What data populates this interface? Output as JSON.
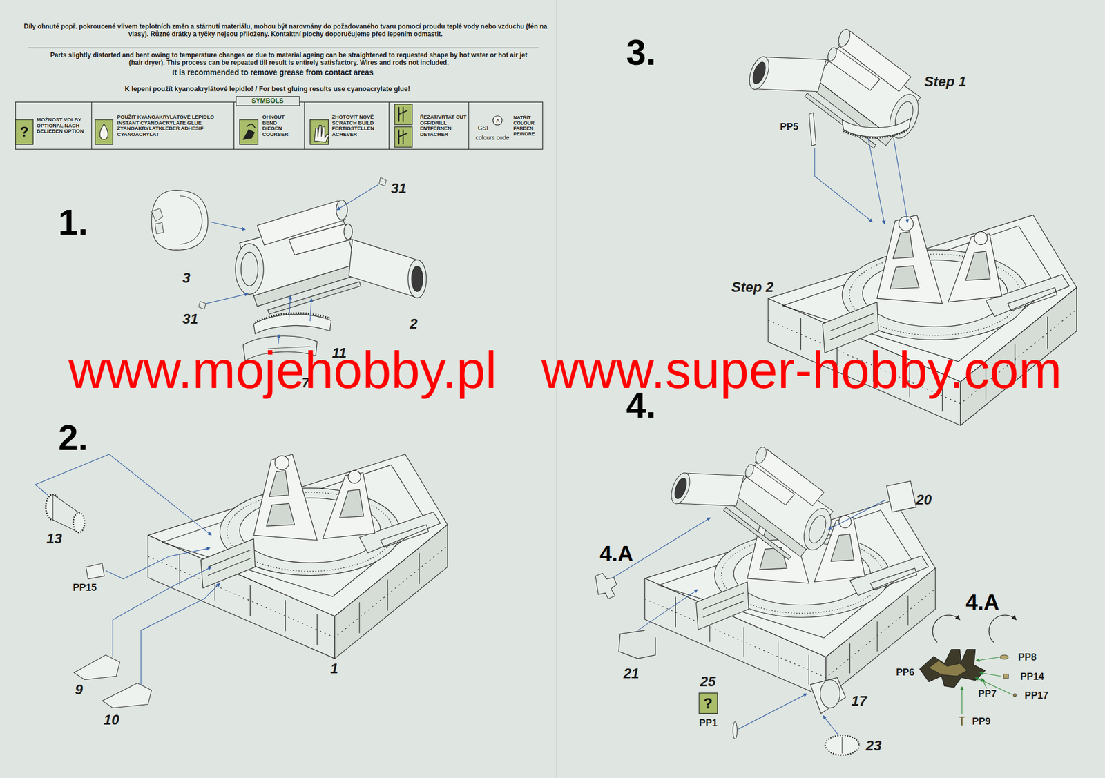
{
  "diagram": {
    "labels": [
      "Díly ohnuté popř. pokroucené vlivem teplotních změn a stárnutí materiálu, mohou být narovnány do požadovaného tvaru pomocí proudu teplé vody nebo vzduchu (fén na vlasy). Různé drátky a tyčky nejsou přiloženy. Kontaktní plochy doporučujeme před lepením odmastit.",
      "Parts slightly distorted and bent owing to temperature changes or due to material ageing can be straightened to requested shape by hot water or hot air jet (hair dryer). This process can be repeated till result is entirely satisfactory. Wires and rods not included.",
      "It is recommended to remove grease from contact areas",
      "K lepení použít kyanoakrylátové lepidlo! / For best gluing results use cyanoacrylate glue!",
      "SYMBOLS",
      "?",
      "GSI",
      "A",
      "colours code",
      "1.",
      "31",
      "3",
      "31",
      "2",
      "11",
      "7",
      "www.mojehobby.pl",
      "www.super-hobby.com",
      "2.",
      "13",
      "PP15",
      "9",
      "10",
      "1",
      "3.",
      "Step 1",
      "PP5",
      "Step 2",
      "4.",
      "20",
      "4.A",
      "21",
      "25",
      "?",
      "PP1",
      "17",
      "23",
      "4.A",
      "PP6",
      "PP8",
      "PP14",
      "PP7",
      "PP17",
      "PP9"
    ],
    "legend": [
      {
        "text": "MOŽNOST VOLBY OPTIONAL NACH BELIEBEN OPTION"
      },
      {
        "text": "POUŽIT KYANOAKRYLÁTOVÉ LEPIDLO INSTANT CYANOACRYLATE GLUE ZYANOAKRYLATKLEBER ADHÉSIF CYANOACRYLAT"
      },
      {
        "text": "OHNOUT BEND BIEGEN COURBER"
      },
      {
        "text": "ZHOTOVIT NOVĚ SCRATCH BUILD FERTIGSTELLEN ACHEVER"
      },
      {
        "text": "ŘEZAT/VRTAT CUT OFF/DRILL ENTFERNEN DETACHER"
      },
      {
        "text": "NATŘÍT COLOUR FARBEN PEINDRE"
      }
    ]
  }
}
